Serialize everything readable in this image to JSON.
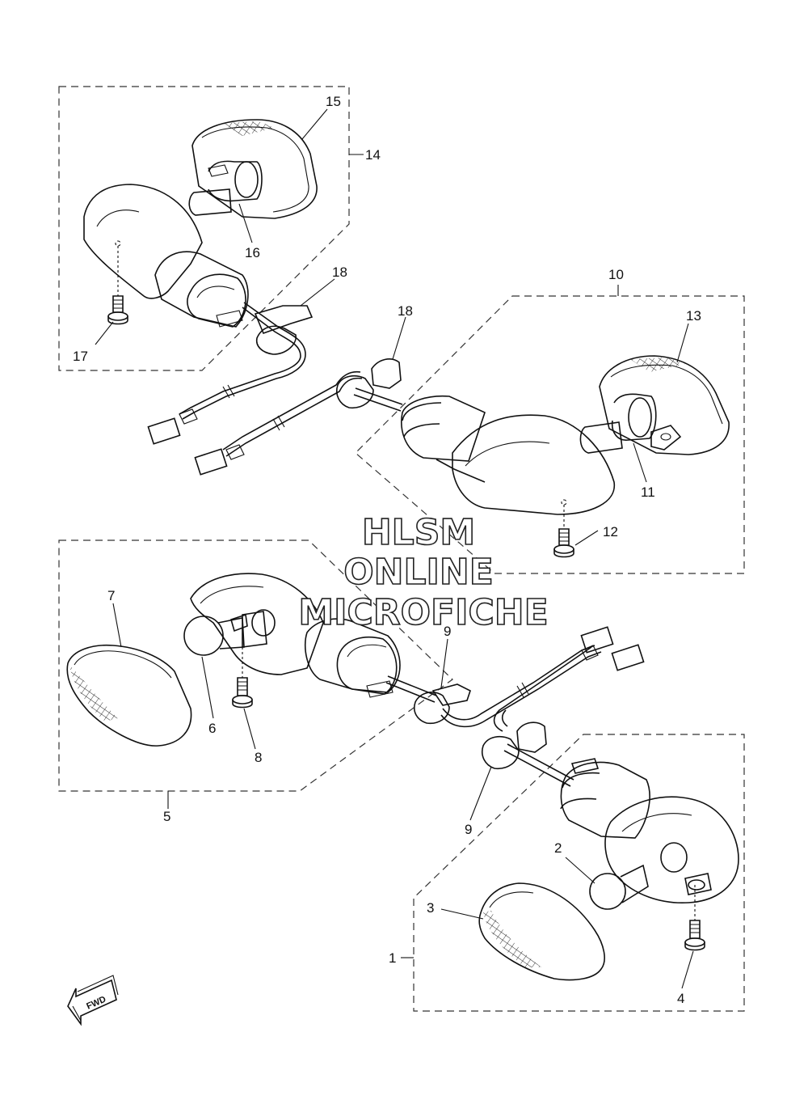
{
  "callouts": [
    "1",
    "2",
    "3",
    "4",
    "5",
    "6",
    "7",
    "8",
    "9",
    "9",
    "10",
    "11",
    "12",
    "13",
    "14",
    "15",
    "16",
    "17",
    "18",
    "18"
  ],
  "watermark": {
    "line1": "HLSM",
    "line2": "ONLINE",
    "line3": "MICROFICHE"
  },
  "fwd_label": "FWD",
  "colors": {
    "line": "#111111",
    "background": "#ffffff"
  }
}
